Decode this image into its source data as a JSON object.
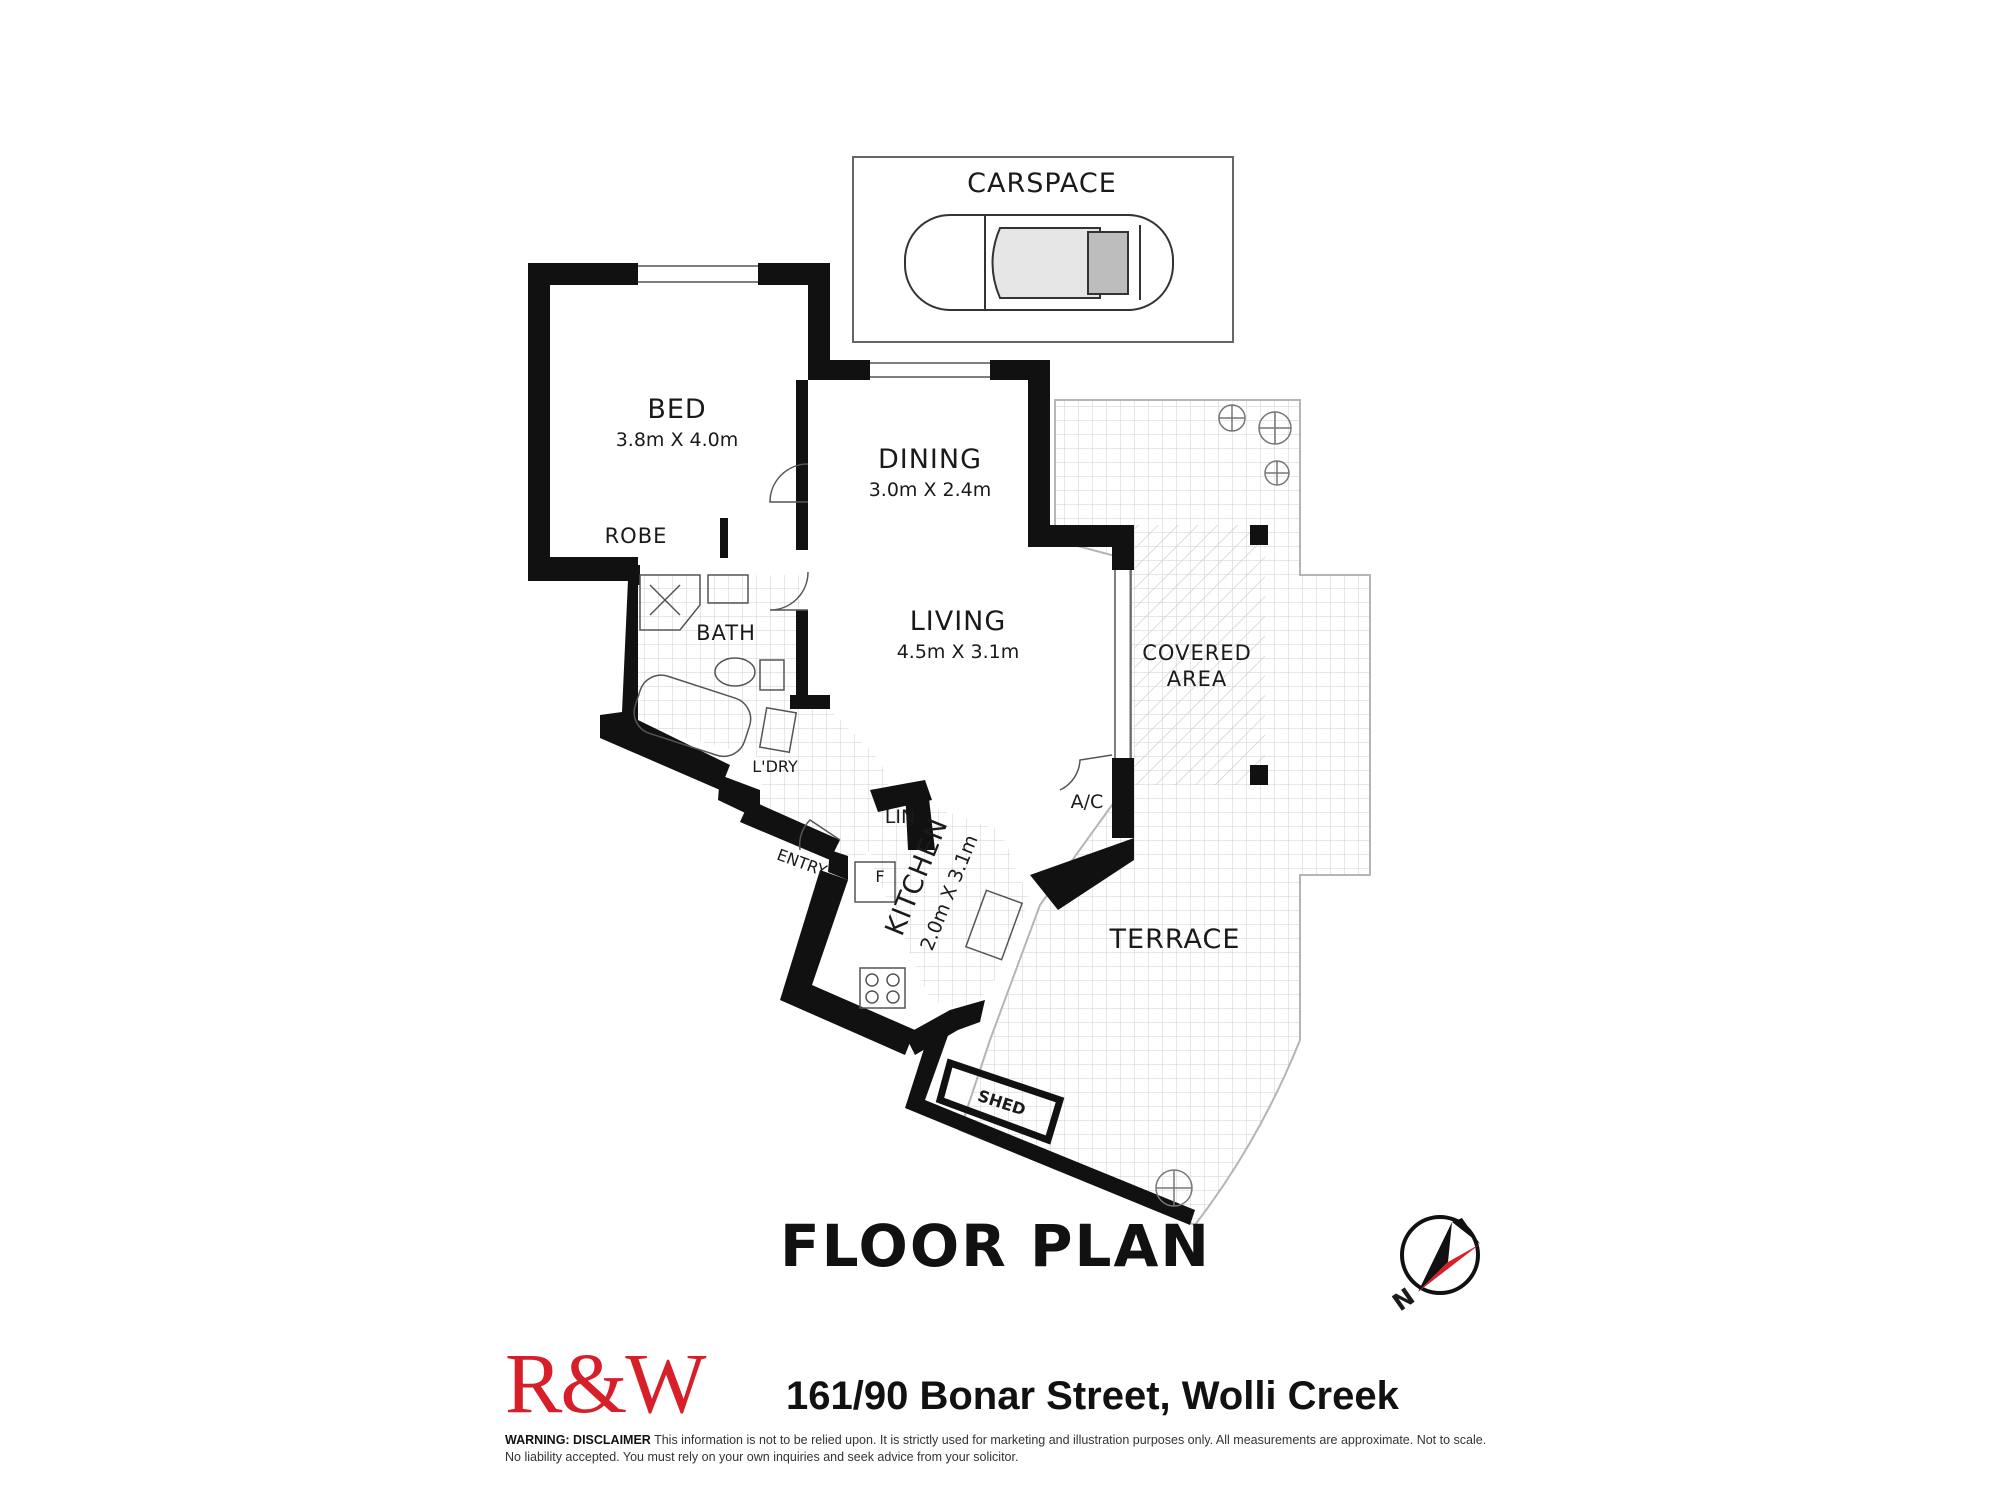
{
  "rooms": {
    "carspace": "CARSPACE",
    "bed": {
      "name": "BED",
      "size": "3.8m X 4.0m"
    },
    "robe": "ROBE",
    "dining": {
      "name": "DINING",
      "size": "3.0m X 2.4m"
    },
    "living": {
      "name": "LIVING",
      "size": "4.5m X 3.1m"
    },
    "bath": "BATH",
    "covered_area_line1": "COVERED",
    "covered_area_line2": "AREA",
    "laundry": "L'DRY",
    "linen": "LIN",
    "ac": "A/C",
    "entry": "ENTRY",
    "fridge": "F",
    "kitchen": {
      "name": "KITCHEN",
      "size": "2.0m X 3.1m"
    },
    "terrace": "TERRACE",
    "shed": "SHED"
  },
  "title": "FLOOR PLAN",
  "compass_label": "N",
  "agency_logo": "R&W",
  "address": "161/90 Bonar Street, Wolli Creek",
  "disclaimer": {
    "heading": "WARNING: DISCLAIMER",
    "text": "This information is not to be relied upon. It is strictly used for marketing and illustration purposes only. All measurements are approximate. Not to scale. No liability accepted. You must rely on your own inquiries and seek advice from your solicitor."
  },
  "colors": {
    "wall": "#111111",
    "logo": "#d71f2a",
    "compass_needle": "#d71f2a",
    "tile_line": "#c8c8c8"
  }
}
